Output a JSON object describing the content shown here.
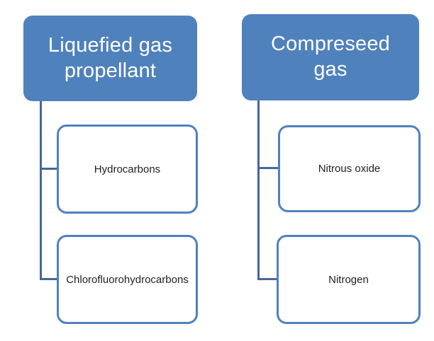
{
  "diagram": {
    "type": "hierarchy",
    "trees": [
      {
        "parent": "Liquefied gas propellant",
        "children": [
          "Hydrocarbons",
          "Chlorofluorohydrocarbons"
        ]
      },
      {
        "parent": "Compreseed gas",
        "children": [
          "Nitrous oxide",
          "Nitrogen"
        ]
      }
    ]
  },
  "colors": {
    "background": "#ffffff",
    "header_fill": "#4f81bd",
    "header_text": "#ffffff",
    "child_fill": "#ffffff",
    "child_border": "#4f81bd",
    "child_text": "#1f1f1f",
    "connector": "#44679c"
  }
}
